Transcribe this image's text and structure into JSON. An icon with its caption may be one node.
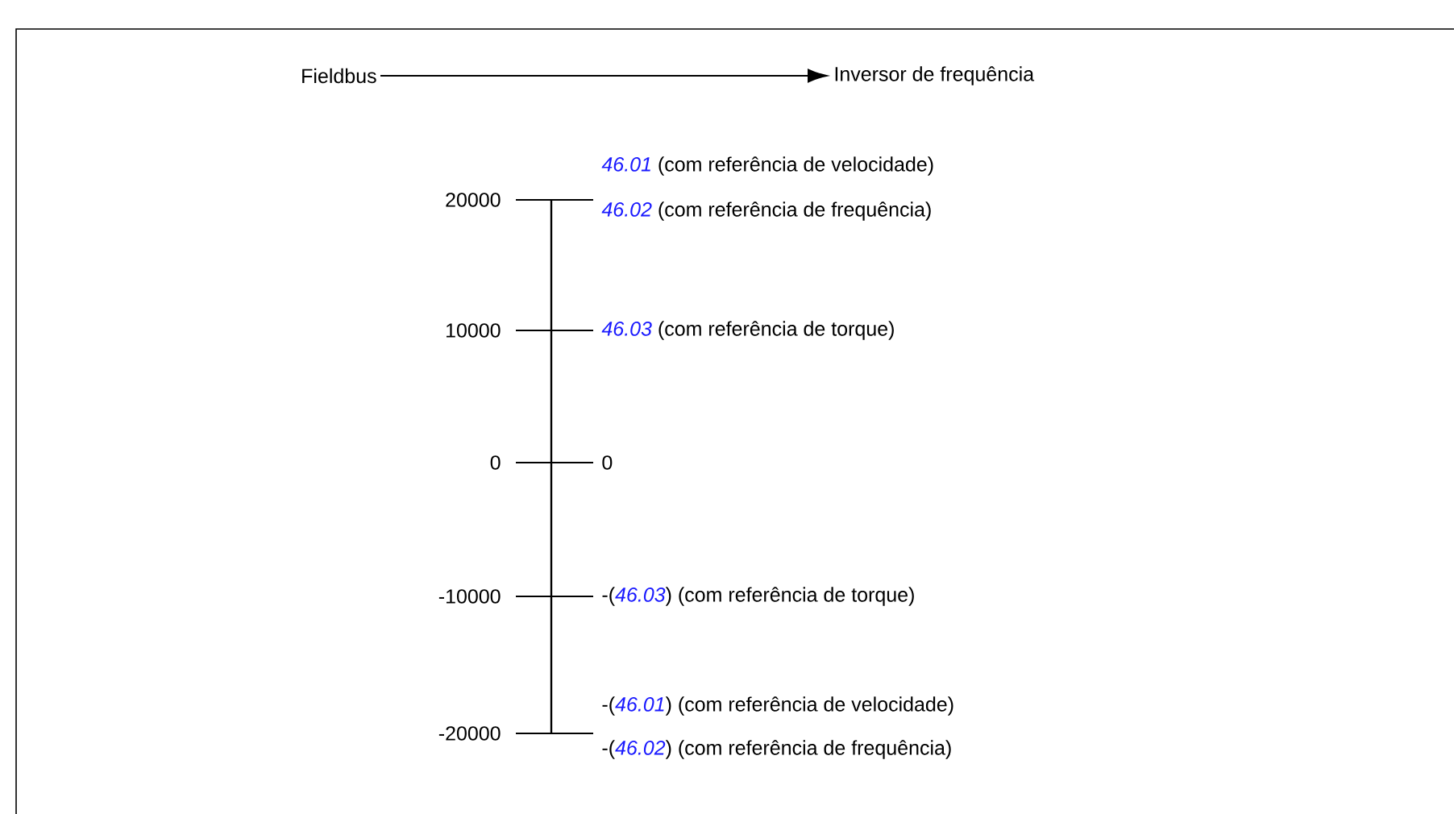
{
  "diagram": {
    "nodes": [
      {
        "text": [
          "Fieldbus"
        ]
      },
      {
        "text": [
          "Inversor de frequência"
        ]
      }
    ],
    "edges": [
      {
        "from": 0,
        "to": 1,
        "arrow": "to"
      }
    ],
    "labels": [
      "*46.01* (com referência de velocidade)",
      "20000",
      "*46.02* (com referência de frequência)",
      "10000",
      "*46.03* (com referência de torque)",
      "0",
      "0",
      "-10000",
      "-(*46.03*) (com referência de torque)",
      "-(*46.01*) (com referência de velocidade)",
      "-20000",
      "-(*46.02*) (com referência de frequência)"
    ]
  }
}
